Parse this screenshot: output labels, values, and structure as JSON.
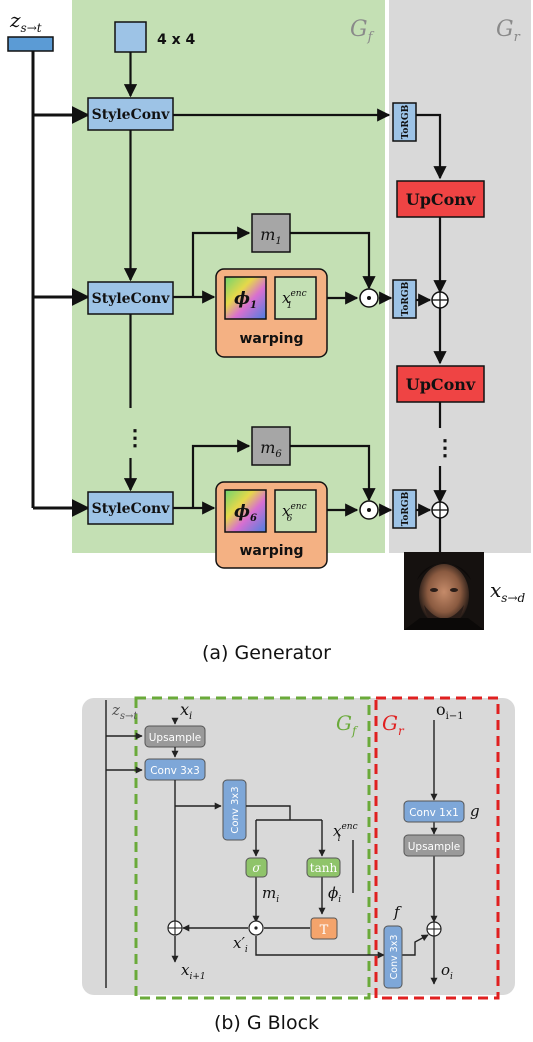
{
  "colors": {
    "gf_region": "#c4e0b4",
    "gr_region": "#d9d9d9",
    "block_blue": "#9dc3e6",
    "block_blue_dark": "#7ea7d8",
    "upconv_red": "#ef4444",
    "mask_gray": "#a6a6a6",
    "warp_orange": "#f4b183",
    "green_act": "#8fc46a",
    "gray_block": "#9a9a9a",
    "block_b_bg": "#d9d9d9",
    "gf_dash": "#6aaa3a",
    "gr_dash": "#e02020"
  },
  "generator": {
    "latent": {
      "z": "z",
      "sub": "s→t"
    },
    "const_label": "4 x 4",
    "gf": {
      "g": "G",
      "sub": "f"
    },
    "gr": {
      "g": "G",
      "sub": "r"
    },
    "styleconv": "StyleConv",
    "torgb": "ToRGB",
    "upconv": "UpConv",
    "dots": "⋮",
    "mask1": {
      "m": "m",
      "sub": "1"
    },
    "mask6": {
      "m": "m",
      "sub": "6"
    },
    "warp1": {
      "phi": "ϕ",
      "phi_sub": "1",
      "x": "x",
      "x_sub": "1",
      "x_sup": "enc",
      "label": "warping"
    },
    "warp6": {
      "phi": "ϕ",
      "phi_sub": "6",
      "x": "x",
      "x_sub": "6",
      "x_sup": "enc",
      "label": "warping"
    },
    "output": {
      "x": "x",
      "sub": "s→d"
    },
    "odot": "⊙",
    "oplus": "⊕"
  },
  "captions": {
    "a": "(a) Generator",
    "b": "(b) G Block"
  },
  "gblock": {
    "z": {
      "z": "z",
      "sub": "s→t"
    },
    "xi": {
      "x": "x",
      "sub": "i"
    },
    "gf": {
      "g": "G",
      "sub": "f"
    },
    "gr": {
      "g": "G",
      "sub": "r"
    },
    "oim1": {
      "o": "o",
      "sub": "i−1"
    },
    "upsample": "Upsample",
    "conv3x3": "Conv 3x3",
    "conv1x1": "Conv 1x1",
    "g_label": "g",
    "f_label": "f",
    "xenc": {
      "x": "x",
      "sub": "i",
      "sup": "enc"
    },
    "sigma": "σ",
    "tanh": "tanh",
    "mi": {
      "m": "m",
      "sub": "i"
    },
    "phii": {
      "phi": "ϕ",
      "sub": "i"
    },
    "T": "T",
    "xprime": {
      "x": "x′",
      "sub": "i"
    },
    "xip1": {
      "x": "x",
      "sub": "i+1"
    },
    "oi": {
      "o": "o",
      "sub": "i"
    }
  }
}
